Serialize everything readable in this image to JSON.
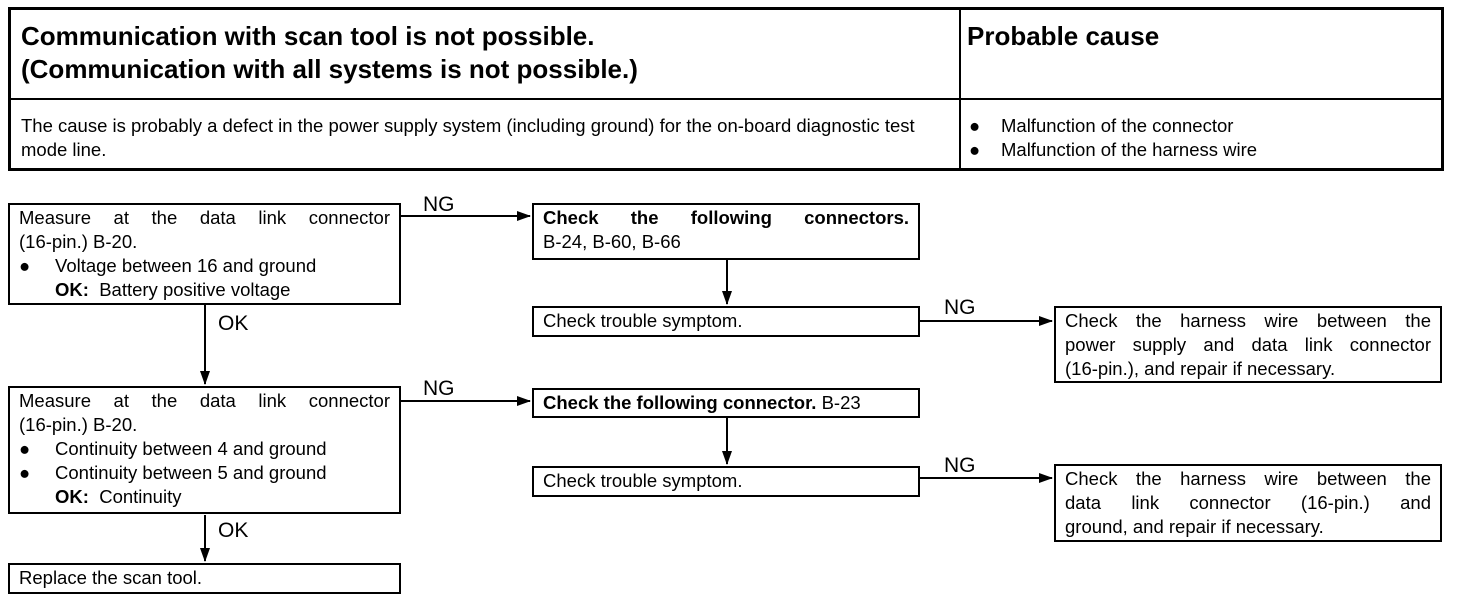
{
  "header": {
    "title_line1": "Communication with scan tool is not possible.",
    "title_line2": "(Communication with all systems is not possible.)",
    "cause_title": "Probable cause",
    "description": "The cause is probably a defect in the power supply system (including ground) for the on-board diagnostic test mode line.",
    "causes": [
      "Malfunction of the connector",
      "Malfunction of the harness wire"
    ],
    "bullet_glyph": "●"
  },
  "flow": {
    "step1": {
      "line1": "Measure at the data link connector",
      "line2": "(16-pin.) B-20.",
      "bullet1": "Voltage between 16 and ground",
      "ok_label": "OK:",
      "ok_value": "Battery positive voltage"
    },
    "step1_ng": {
      "title": "Check the following connectors.",
      "detail": "B-24, B-60, B-66"
    },
    "step1_check": "Check trouble symptom.",
    "step1_repair": {
      "line1": "Check the harness wire between the",
      "line2": "power supply and data link connector",
      "line3": "(16-pin.), and repair if necessary."
    },
    "step2": {
      "line1": "Measure at the data link connector",
      "line2": "(16-pin.) B-20.",
      "bullet1": "Continuity between 4 and ground",
      "bullet2": "Continuity between 5 and ground",
      "ok_label": "OK:",
      "ok_value": "Continuity"
    },
    "step2_ng": {
      "title": "Check the following connector.",
      "detail": "B-23"
    },
    "step2_check": "Check trouble symptom.",
    "step2_repair": {
      "line1": "Check the harness wire between the",
      "line2": "data link connector (16-pin.) and",
      "line3": "ground, and repair if necessary."
    },
    "final": "Replace the scan tool.",
    "labels": {
      "ng": "NG",
      "ok": "OK"
    }
  }
}
